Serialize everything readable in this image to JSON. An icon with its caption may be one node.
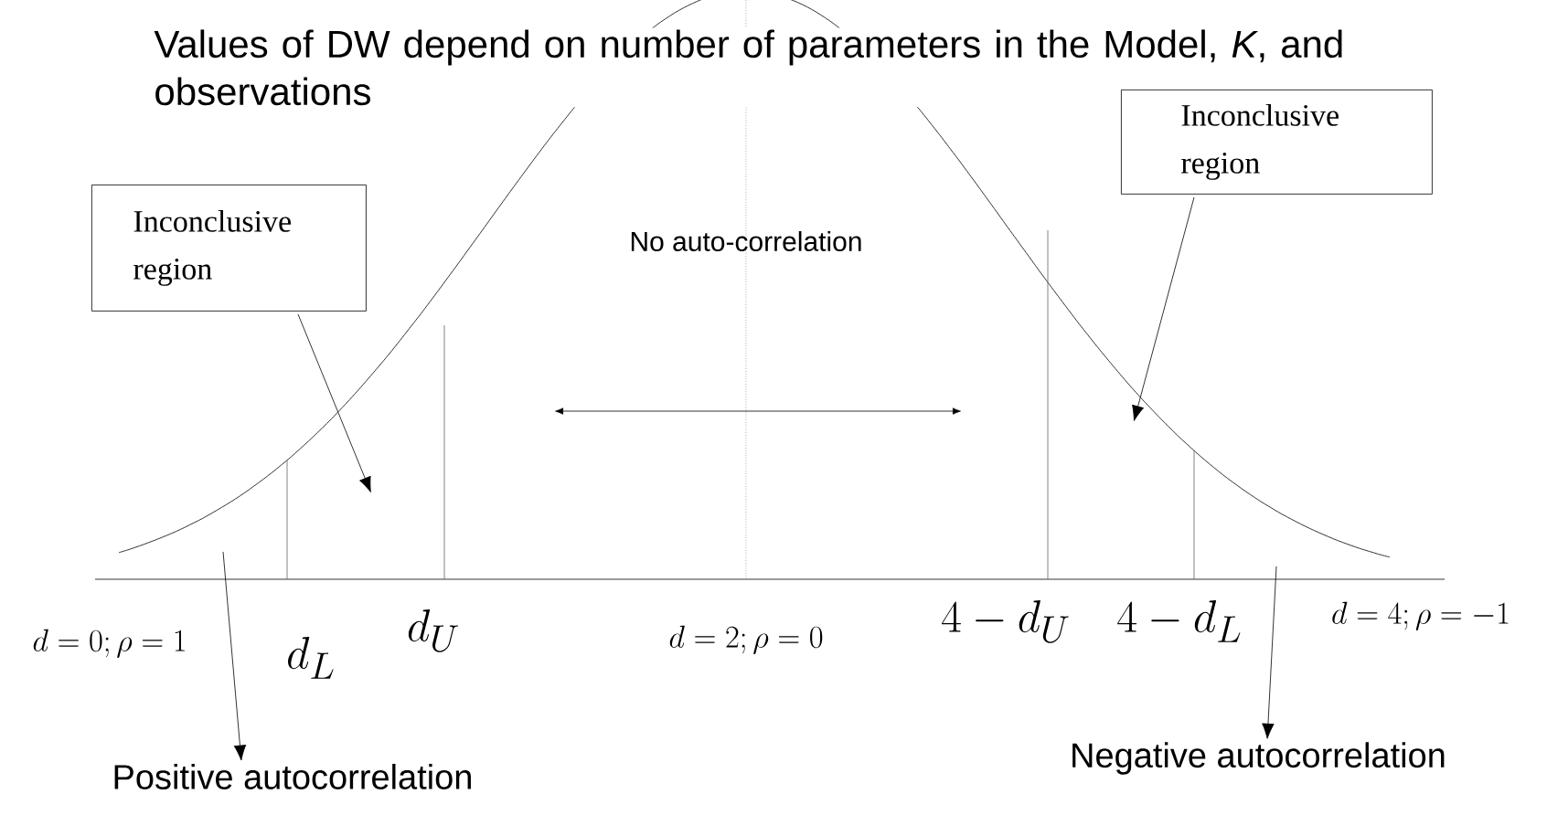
{
  "diagram": {
    "title": "Values of DW depend on number of parameters in the Model, *K*, and observations",
    "nodes": [
      {
        "text": [
          "Inconclusive region"
        ]
      },
      {
        "text": [
          "Inconclusive region"
        ]
      },
      {
        "text": [
          "Positive autocorrelation"
        ]
      },
      {
        "text": [
          "Negative autocorrelation"
        ]
      }
    ],
    "edges": [
      {
        "from": 0,
        "to": null,
        "arrow": "to"
      },
      {
        "from": 1,
        "to": null,
        "arrow": "to"
      },
      {
        "from": null,
        "to": 2,
        "arrow": "to"
      },
      {
        "from": null,
        "to": 3,
        "arrow": "to"
      }
    ],
    "labels": [
      "No auto-correlation",
      "d = 0; \\rho = 1",
      "d_L",
      "d_U",
      "d = 2; \\rho = 0",
      "4 - d_U",
      "4 - d_L",
      "d = 4; \\rho = -1"
    ]
  }
}
